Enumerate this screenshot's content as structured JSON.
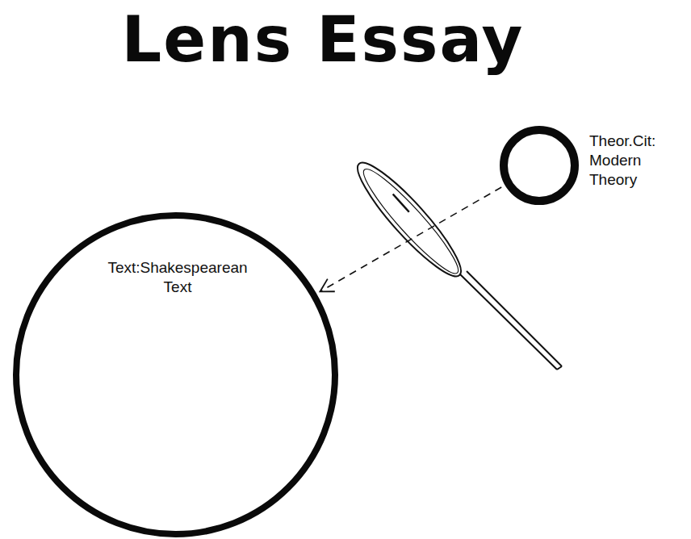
{
  "diagram": {
    "title": "Lens Essay",
    "nodes": [
      {
        "text": [
          "Theor.Cit: Modern Theory"
        ]
      },
      {
        "text": [
          "Text:Shakespearean Text"
        ]
      }
    ],
    "edges": [
      {
        "from": 0,
        "to": 1,
        "arrow": "to"
      }
    ]
  }
}
